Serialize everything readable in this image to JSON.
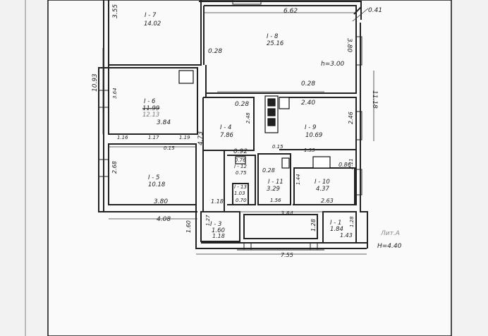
{
  "plan": {
    "rooms": [
      {
        "id": "r7",
        "label": "I - 7",
        "area": "14.02"
      },
      {
        "id": "r8",
        "label": "I - 8",
        "area": "25.16"
      },
      {
        "id": "r6",
        "label": "I - 6",
        "area": "11.99",
        "area2": "12.13"
      },
      {
        "id": "r4",
        "label": "I - 4",
        "area": "7.86"
      },
      {
        "id": "r9",
        "label": "I - 9",
        "area": "10.69"
      },
      {
        "id": "r5",
        "label": "I - 5",
        "area": "10.18"
      },
      {
        "id": "r12",
        "label": "I - 12",
        "area": "0.75"
      },
      {
        "id": "r13",
        "label": "I - 13",
        "area": "1.03"
      },
      {
        "id": "r11",
        "label": "I - 11",
        "area": "3.29"
      },
      {
        "id": "r10",
        "label": "I - 10",
        "area": "4.37"
      },
      {
        "id": "r3",
        "label": "I - 3",
        "area": "1.60"
      },
      {
        "id": "r1",
        "label": "I - 1",
        "area": "1.84"
      }
    ],
    "dimensions": {
      "d_3_55": "3.55",
      "d_6_62": "6.62",
      "d_0_41": "0.41",
      "d_3_80_right": "3.80",
      "d_h": "h=3.00",
      "d_0_28_a": "0.28",
      "d_10_93": "10.93",
      "d_11_18": "11.18",
      "d_3_64": "3.64",
      "d_0_28_b": "0.28",
      "d_0_28_c": "0.28",
      "d_2_40": "2.40",
      "d_2_48": "2.48",
      "d_3_84": "3.84",
      "d_1_16": "1.16",
      "d_1_17": "1.17",
      "d_1_19": "1.19",
      "d_0_15_a": "0.15",
      "d_4_73": "4.73",
      "d_2_46": "2.46",
      "d_0_92": "0.92",
      "d_0_15_b": "0.15",
      "d_1_33": "1.33",
      "d_0_76": "0.76",
      "d_2_68": "2.68",
      "d_0_28_d": "0.28",
      "d_0_86": "0.86",
      "d_2_11": "2.11",
      "d_1_44": "1.44",
      "d_0_70": "0.70",
      "d_1_56": "1.56",
      "d_2_63": "2.63",
      "d_3_80_bottom": "3.80",
      "d_1_18_a": "1.18",
      "d_4_08": "4.08",
      "d_3_84_b": "3.84",
      "d_1_27": "1.27",
      "d_1_60": "1.60",
      "d_1_18_b": "1.18",
      "d_1_28": "1.28",
      "d_1_28_b": "1.28",
      "d_1_43": "1.43",
      "d_7_55": "7.55",
      "d_h2": "H=4.40",
      "d_lit": "Лит.А"
    }
  }
}
